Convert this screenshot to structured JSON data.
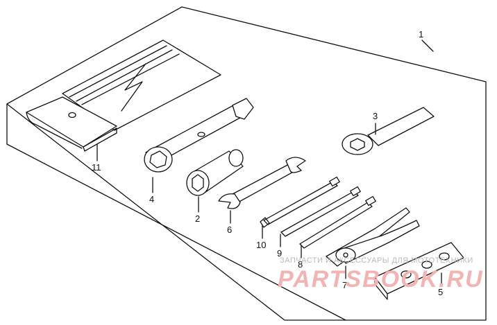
{
  "callouts": {
    "c1": "1",
    "c2": "2",
    "c3": "3",
    "c4": "4",
    "c5": "5",
    "c6": "6",
    "c7": "7",
    "c8": "8",
    "c9": "9",
    "c10": "10",
    "c11": "11"
  },
  "watermark": {
    "caption": "ЗАПЧАСТИ И АКСЕССУАРЫ ДЛЯ МОТОТЕХНИКИ",
    "brand": "PARTSBOOK.RU",
    "color": "#f4b3b3"
  }
}
